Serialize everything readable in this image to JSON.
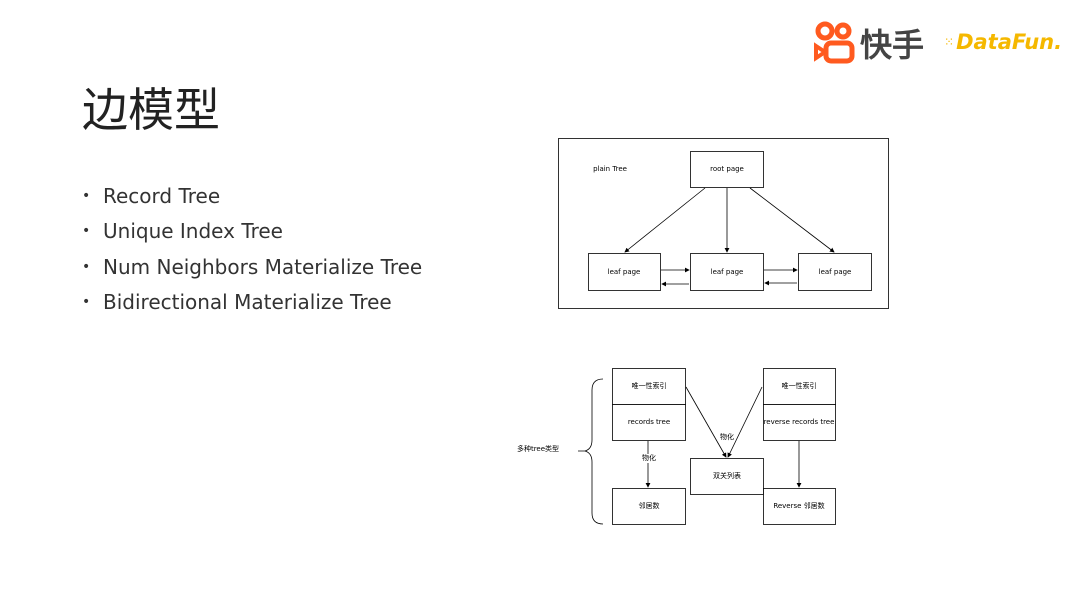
{
  "title": "边模型",
  "bullets": [
    "Record Tree",
    "Unique Index Tree",
    "Num Neighbors Materialize Tree",
    "Bidirectional Materialize Tree"
  ],
  "logos": {
    "kuaishou": "快手",
    "datafun": "DataFun."
  },
  "colors": {
    "kuaishou": "#ff5a1f",
    "datafun": "#f5b800"
  },
  "plain_tree": {
    "label": "plain Tree",
    "root": "root page",
    "leaves": [
      "leaf page",
      "leaf page",
      "leaf page"
    ]
  },
  "materialize": {
    "group_label": "多种tree类型",
    "left_index": "唯一性索引",
    "left_tree": "records tree",
    "left_edge": "物化",
    "left_result": "邻居数",
    "right_index": "唯一性索引",
    "right_tree": "reverse records tree",
    "right_result": "Reverse 邻居数",
    "center_edge": "物化",
    "center_result": "双关列表"
  }
}
